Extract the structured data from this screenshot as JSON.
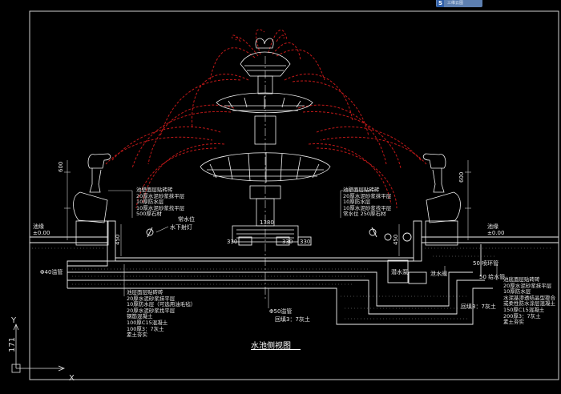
{
  "badge": {
    "icon": "S",
    "text": "三维云图"
  },
  "title": "水池侧视图",
  "ucs": {
    "y": "Y",
    "x": "X",
    "num": "171"
  },
  "dims": {
    "left_v": "600",
    "right_v": "600",
    "left_h1": "450",
    "right_h1": "450",
    "center_dim": "1380",
    "d330a": "330",
    "d330b": "330",
    "d330c": "330"
  },
  "left_layers": [
    "池壁面层贴砖砖",
    "20厚水泥砂浆抹平层",
    "10厚防水层",
    "10厚水泥砂浆找平层",
    "500厚石材"
  ],
  "right_layers": [
    "池壁面层贴砖砖",
    "20厚水泥砂浆抹平层",
    "10厚防水层",
    "10厚水泥砂浆找平层",
    "常水位  250厚石材"
  ],
  "bottom_left_layers": [
    "池层面层贴砖砖",
    "20厚水泥砂浆抹平层",
    "10厚防水层（可选用油毛毡）",
    "20厚水泥砂浆找平层",
    "钢筋混凝土",
    "100厚C15混凝土",
    "100厚3：7灰土",
    "素土夯实"
  ],
  "bottom_right_layers": [
    "池底面层贴砖砖",
    "20厚水泥砂浆抹平层",
    "10厚防水层",
    "水泥基渗透结晶型掺合",
    "或柔性防水涂层混凝土",
    "150厚C15混凝土",
    "200厚3：7灰土",
    "素土夯实"
  ],
  "labels": {
    "water_level_l": "常水位",
    "lamp": "水下射灯",
    "left_edge": "池缘",
    "left_edge_elev": "±0.00",
    "right_edge": "池缘",
    "right_edge_elev": "±0.00",
    "pipe_l": "Φ40溢管",
    "pipe_c": "Φ50溢管",
    "backfill_c": "回填3：7灰土",
    "pump": "潜水泵",
    "drain": "泄水阀",
    "loop_pipe": "50 喷环管",
    "supply_pipe": "50 给水管",
    "backfill_r": "回填3：7灰土"
  }
}
